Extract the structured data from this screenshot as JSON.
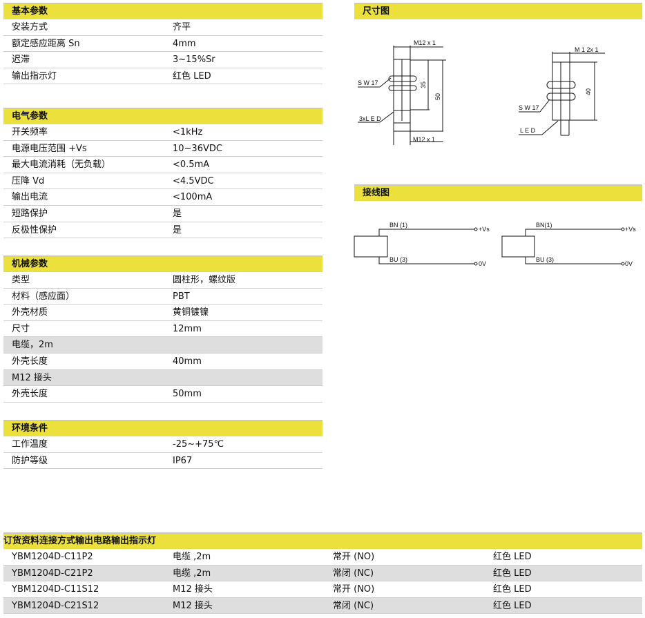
{
  "basic": {
    "title": "基本参数",
    "rows": [
      [
        "安装方式",
        "齐平"
      ],
      [
        "额定感应距离 Sn",
        "4mm"
      ],
      [
        "迟滞",
        "3~15%Sr"
      ],
      [
        "输出指示灯",
        "红色 LED"
      ]
    ]
  },
  "electrical": {
    "title": "电气参数",
    "rows": [
      [
        "开关频率",
        "<1kHz"
      ],
      [
        "电源电压范围 +Vs",
        "10~36VDC"
      ],
      [
        "最大电流消耗（无负载）",
        "<0.5mA"
      ],
      [
        "压降 Vd",
        "<4.5VDC"
      ],
      [
        "输出电流",
        "<100mA"
      ],
      [
        "短路保护",
        "是"
      ],
      [
        "反极性保护",
        "是"
      ]
    ]
  },
  "mechanical": {
    "title": "机械参数",
    "rows": [
      [
        "类型",
        "圆柱形，螺纹版"
      ],
      [
        "材料（感应面）",
        "PBT"
      ],
      [
        "外壳材质",
        "黄铜镀镍"
      ],
      [
        "尺寸",
        "12mm"
      ],
      [
        "电缆，2m",
        ""
      ],
      [
        "外壳长度",
        "40mm"
      ],
      [
        "M12 接头",
        ""
      ],
      [
        "外壳长度",
        "50mm"
      ]
    ]
  },
  "environment": {
    "title": "环境条件",
    "rows": [
      [
        "工作温度",
        "-25~+75℃"
      ],
      [
        "防护等级",
        "IP67"
      ]
    ]
  },
  "dimensions": {
    "title": "尺寸图",
    "left": {
      "thread_top": "M12 x 1",
      "thread_bottom": "M12 x 1",
      "wrench": "S W 17",
      "led": "3xL E D",
      "dim_inner": "35",
      "dim_outer": "50"
    },
    "right": {
      "thread": "M 1 2x 1",
      "wrench": "S W 17",
      "led": "L E D",
      "dim": "40"
    }
  },
  "wiring": {
    "title": "接线图",
    "left": {
      "bn": "BN (1)",
      "bu": "BU (3)",
      "vs": "+Vs",
      "zero": "0V"
    },
    "right": {
      "bn": "BN(1)",
      "bu": "BU (3)",
      "vs": "+Vs",
      "zero": "0V"
    }
  },
  "order": {
    "headers": [
      "订货资料",
      "连接方式",
      "输出电路",
      "输出指示灯"
    ],
    "rows": [
      [
        "YBM1204D-C11P2",
        "电缆 ,2m",
        "常开 (NO)",
        "红色 LED"
      ],
      [
        "YBM1204D-C21P2",
        "电缆 ,2m",
        "常闭 (NC)",
        "红色 LED"
      ],
      [
        "YBM1204D-C11S12",
        "M12 接头",
        "常开 (NO)",
        "红色 LED"
      ],
      [
        "YBM1204D-C21S12",
        "M12 接头",
        "常闭 (NC)",
        "红色 LED"
      ]
    ]
  },
  "colors": {
    "header": "#ebe03c",
    "gray_row": "#dedede"
  }
}
